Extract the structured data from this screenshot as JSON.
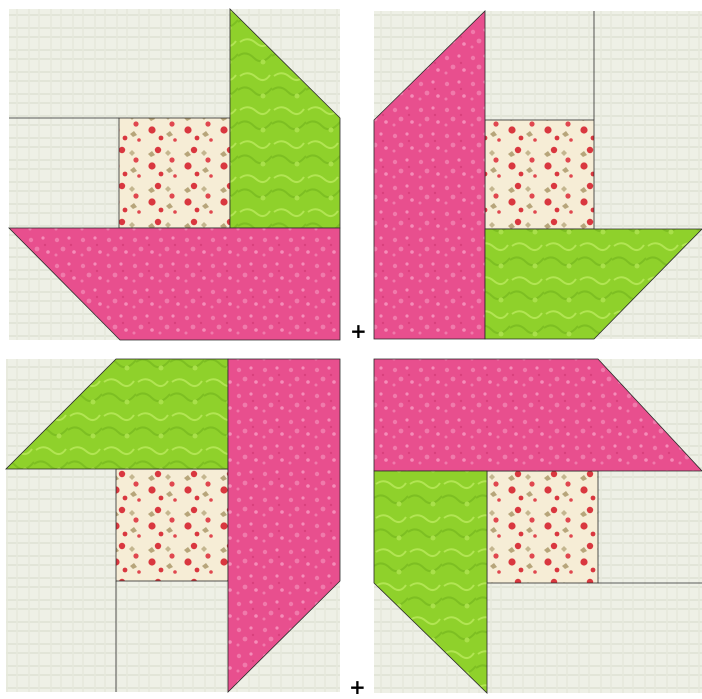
{
  "separators": [
    {
      "id": "plus-mid",
      "text": "+"
    },
    {
      "id": "plus-bottom",
      "text": "+"
    }
  ],
  "blocks": [
    {
      "id": "top-left",
      "orientation": "pink-bottom-green-right"
    },
    {
      "id": "top-right",
      "orientation": "pink-left-green-bottom"
    },
    {
      "id": "bottom-left",
      "orientation": "green-top-pink-right"
    },
    {
      "id": "bottom-right",
      "orientation": "pink-top-green-left"
    }
  ],
  "colors": {
    "background_fabric": "#eef0e6",
    "grid_line": "#dfe2d4",
    "pink": "#e84f8e",
    "pink_light": "#f07aab",
    "green": "#8fd12b",
    "green_light": "#a9e04a",
    "floral_base": "#f6edd6",
    "floral_dot": "#d9373f",
    "floral_leaf": "#b7a57a",
    "seam": "#2a2a2a"
  }
}
